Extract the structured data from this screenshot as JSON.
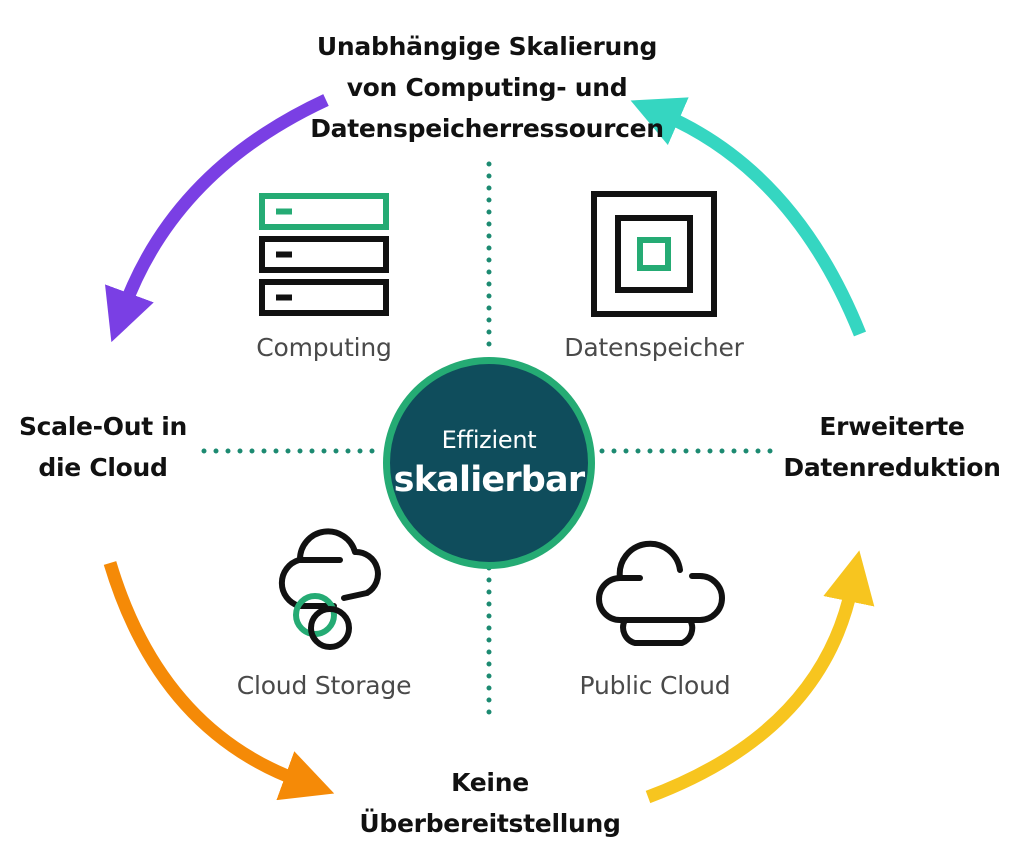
{
  "diagram": {
    "center": {
      "line1": "Effizient",
      "line2": "skalierbar"
    },
    "outer_labels": {
      "top": [
        "Unabhängige Skalierung",
        "von Computing- und",
        "Datenspeicherressourcen"
      ],
      "left": [
        "Scale-Out in",
        "die Cloud"
      ],
      "right": [
        "Erweiterte",
        "Datenreduktion"
      ],
      "bottom": [
        "Keine",
        "Überbereitstellung"
      ]
    },
    "quadrants": {
      "top_left": {
        "caption": "Computing",
        "icon": "server-stack-icon"
      },
      "top_right": {
        "caption": "Datenspeicher",
        "icon": "storage-squares-icon"
      },
      "bottom_left": {
        "caption": "Cloud Storage",
        "icon": "cloud-storage-icon"
      },
      "bottom_right": {
        "caption": "Public Cloud",
        "icon": "public-cloud-icon"
      }
    },
    "colors": {
      "center_fill": "#0f4d5c",
      "center_ring": "#25ab74",
      "accent_green": "#25ab74",
      "arrow_purple": "#7a3fe4",
      "arrow_teal": "#35d6c1",
      "arrow_orange": "#f58a07",
      "arrow_yellow": "#f7c51f",
      "dots": "#1c8a71"
    }
  }
}
